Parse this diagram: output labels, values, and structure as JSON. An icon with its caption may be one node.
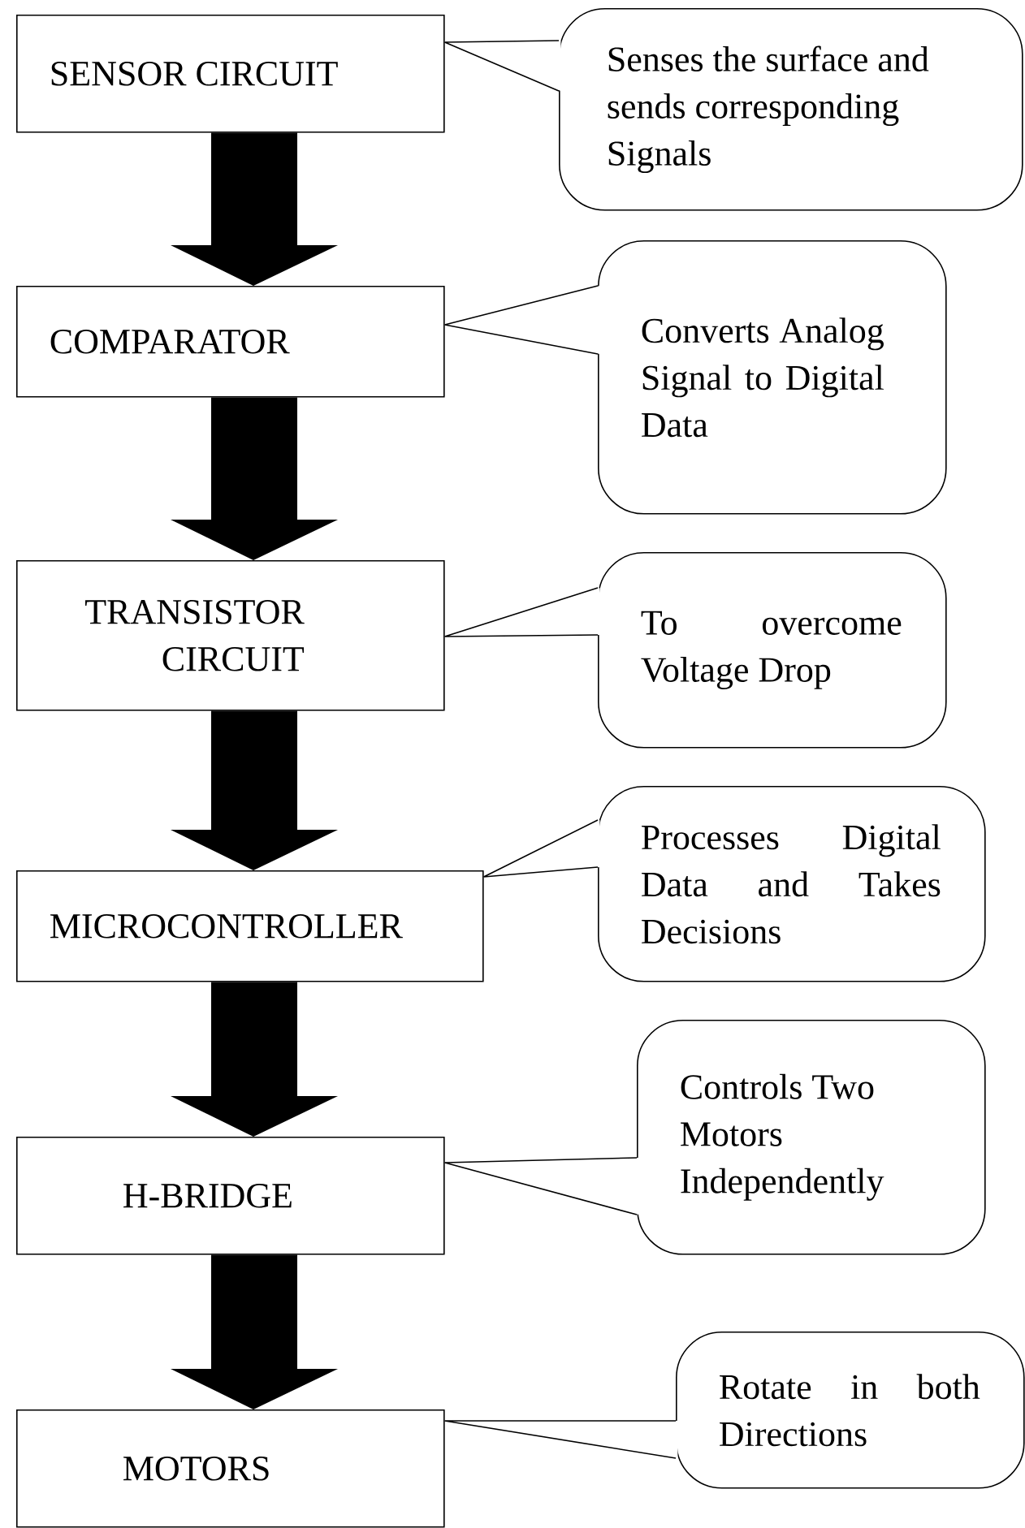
{
  "diagram": {
    "nodes": [
      {
        "text": [
          "SENSOR  CIRCUIT"
        ]
      },
      {
        "text": [
          "COMPARATOR"
        ]
      },
      {
        "text": [
          "TRANSISTOR CIRCUIT"
        ]
      },
      {
        "text": [
          "MICROCONTROLLER"
        ]
      },
      {
        "text": [
          "H-BRIDGE"
        ]
      },
      {
        "text": [
          "MOTORS"
        ]
      },
      {
        "text": [
          "Senses the surface and sends corresponding Signals"
        ]
      },
      {
        "text": [
          "Converts Analog Signal to Digital Data"
        ]
      },
      {
        "text": [
          "To overcome Voltage Drop"
        ]
      },
      {
        "text": [
          "Processes Digital Data and Takes Decisions"
        ]
      },
      {
        "text": [
          "Controls Two Motors Independently"
        ]
      },
      {
        "text": [
          "Rotate in both Directions"
        ]
      }
    ],
    "edges": [
      {
        "from": 0,
        "to": 1,
        "arrow": "to",
        "style": "thick"
      },
      {
        "from": 1,
        "to": 2,
        "arrow": "to",
        "style": "thick"
      },
      {
        "from": 2,
        "to": 3,
        "arrow": "to",
        "style": "thick"
      },
      {
        "from": 3,
        "to": 4,
        "arrow": "to",
        "style": "thick"
      },
      {
        "from": 4,
        "to": 5,
        "arrow": "to",
        "style": "thick"
      },
      {
        "from": 6,
        "to": 0,
        "arrow": "none"
      },
      {
        "from": 7,
        "to": 1,
        "arrow": "none"
      },
      {
        "from": 8,
        "to": 2,
        "arrow": "none"
      },
      {
        "from": 9,
        "to": 3,
        "arrow": "none"
      },
      {
        "from": 10,
        "to": 4,
        "arrow": "none"
      },
      {
        "from": 11,
        "to": 5,
        "arrow": "none"
      }
    ]
  }
}
